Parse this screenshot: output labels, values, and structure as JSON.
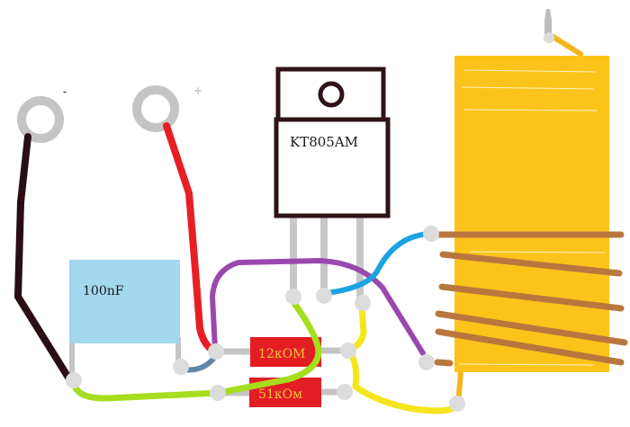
{
  "diagram": {
    "type": "circuit-wiring",
    "terminals": [
      {
        "id": "negative",
        "polarity_label": "-"
      },
      {
        "id": "positive",
        "polarity_label": "+"
      }
    ],
    "capacitor": {
      "label": "100nF"
    },
    "transistor": {
      "label": "KT805AM"
    },
    "resistors": [
      {
        "id": "r1",
        "label": "12кОМ"
      },
      {
        "id": "r2",
        "label": "51кОм"
      }
    ],
    "coil": {
      "turns": 6
    },
    "colors": {
      "terminal": "#c4c4c4",
      "wire_black": "#2a0e14",
      "wire_red": "#e81e25",
      "wire_purple": "#9a48ad",
      "wire_blue": "#1aa3e0",
      "wire_lime": "#a6dd1e",
      "wire_yellow": "#f7e51c",
      "wire_steel": "#5f88a8",
      "wire_copper": "#b9773e",
      "coil_body": "#fcc31a",
      "capacitor_body": "#a3d8ef",
      "resistor_body": "#e21d24",
      "resistor_text": "#f5c33d",
      "transistor_outline": "#2d1416",
      "pin": "#c8c8c8",
      "node": "#dcdcdc"
    }
  }
}
